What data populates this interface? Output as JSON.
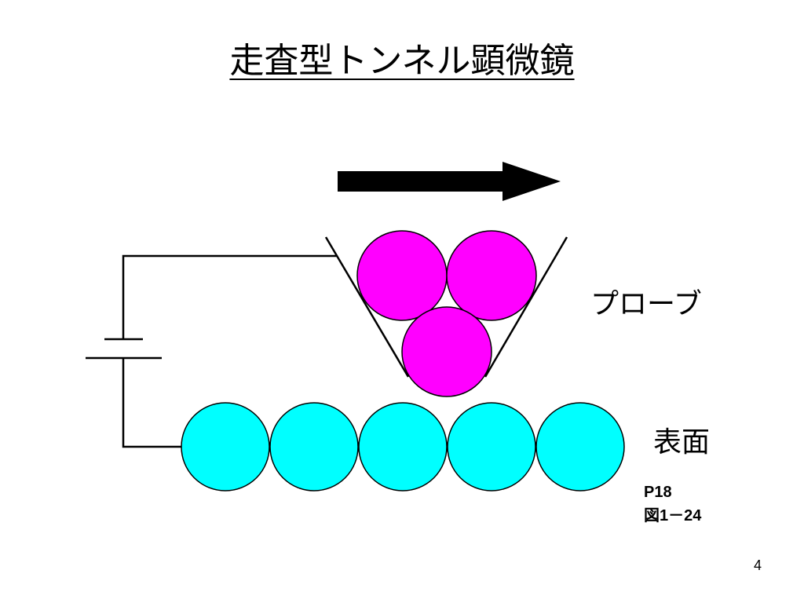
{
  "slide": {
    "title": "走査型トンネル顕微鏡",
    "probe_label": "プローブ",
    "surface_label": "表面",
    "reference": {
      "page": "P18",
      "figure": "図1－24"
    },
    "page_number": "4"
  },
  "colors": {
    "probe_atom": "#FF00FF",
    "surface_atom": "#00FFFF",
    "outline": "#000000",
    "arrow": "#000000"
  },
  "icons": {
    "scan_direction": "right-arrow-icon",
    "battery": "battery-icon"
  }
}
